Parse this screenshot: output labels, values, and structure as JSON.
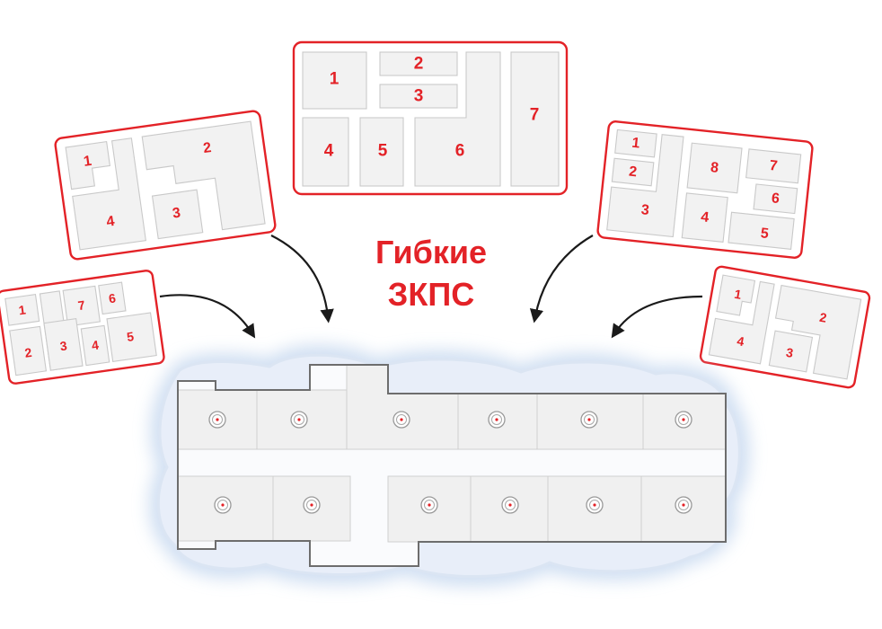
{
  "title": {
    "line1": "Гибкие",
    "line2": "ЗКПС"
  },
  "colors": {
    "accent": "#e32227",
    "room_fill": "#f2f2f2",
    "glow": "#c9daf0",
    "outline": "#6d6d6d"
  },
  "layouts": {
    "top_center": [
      "1",
      "2",
      "3",
      "4",
      "5",
      "6",
      "7"
    ],
    "upper_left": [
      "1",
      "2",
      "3",
      "4"
    ],
    "lower_left": [
      "1",
      "2",
      "3",
      "4",
      "5",
      "6",
      "7"
    ],
    "upper_right": [
      "1",
      "2",
      "3",
      "4",
      "5",
      "6",
      "7",
      "8"
    ],
    "lower_right": [
      "1",
      "2",
      "3",
      "4"
    ]
  },
  "floor_plan": {
    "riser_icon": "riser-icon",
    "top_row_units": 6,
    "bottom_row_units": 6
  }
}
